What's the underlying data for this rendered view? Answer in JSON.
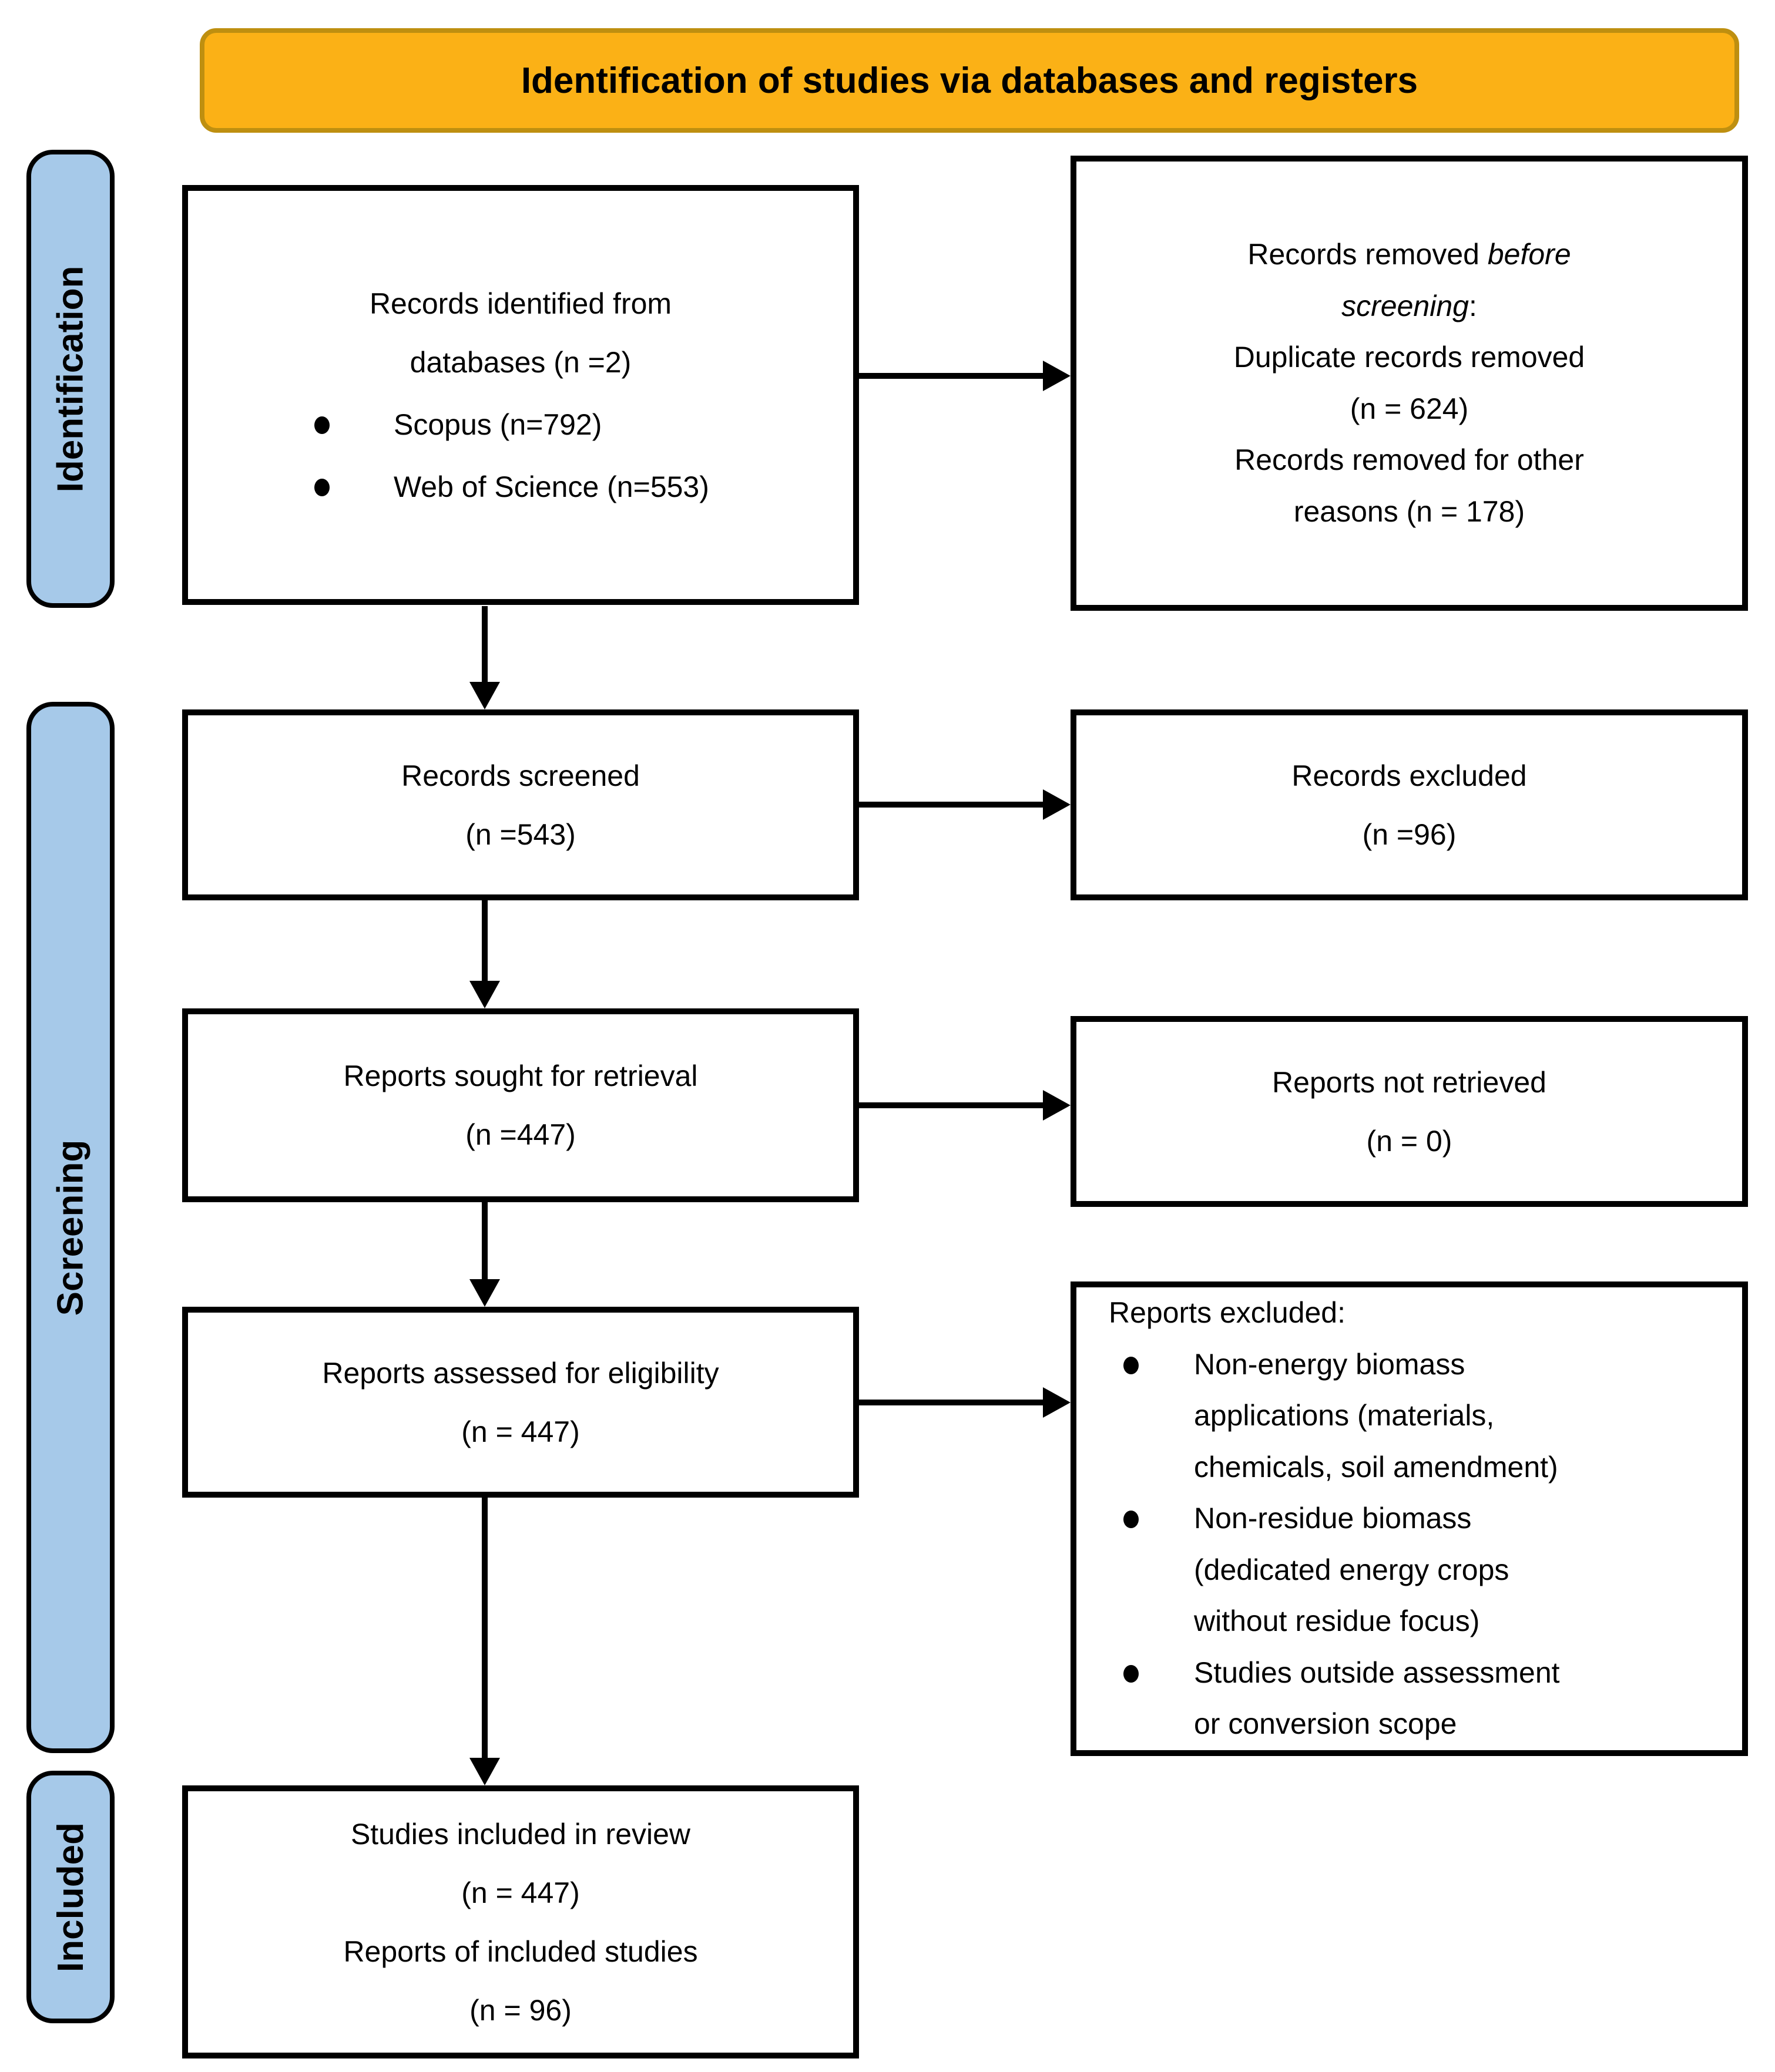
{
  "banner": {
    "title": "Identification of studies via databases and registers",
    "bg_color": "#FBB116",
    "border_color": "#BE8F10"
  },
  "stages": {
    "identification": "Identification",
    "screening": "Screening",
    "included": "Included",
    "bg_color": "#A6C9E9"
  },
  "flow": {
    "identified": {
      "text": "Records identified from\ndatabases (n =2)",
      "bullets": [
        "Scopus (n=792)",
        "Web of Science (n=553)"
      ]
    },
    "removed": {
      "line1_normal": "Records removed ",
      "line1_italic": "before",
      "line2_italic": "screening",
      "line2_suffix": ":",
      "rest": "Duplicate records removed\n(n = 624)\nRecords removed for other\nreasons (n = 178)"
    },
    "screened": {
      "text": "Records screened\n(n =543)"
    },
    "records_excluded": {
      "text": "Records excluded\n(n =96)"
    },
    "sought": {
      "text": "Reports sought for retrieval\n(n =447)"
    },
    "not_retrieved": {
      "text": "Reports not retrieved\n(n = 0)"
    },
    "assessed": {
      "text": "Reports assessed for eligibility\n(n = 447)"
    },
    "reports_excluded": {
      "title": "Reports excluded:",
      "bullets": [
        "Non-energy biomass\napplications (materials,\nchemicals, soil amendment)",
        "Non-residue biomass\n(dedicated energy crops\nwithout residue focus)",
        "Studies outside assessment\nor conversion scope"
      ]
    },
    "included_box": {
      "text": "Studies included in review\n(n = 447)\nReports of included studies\n(n = 96)"
    }
  }
}
